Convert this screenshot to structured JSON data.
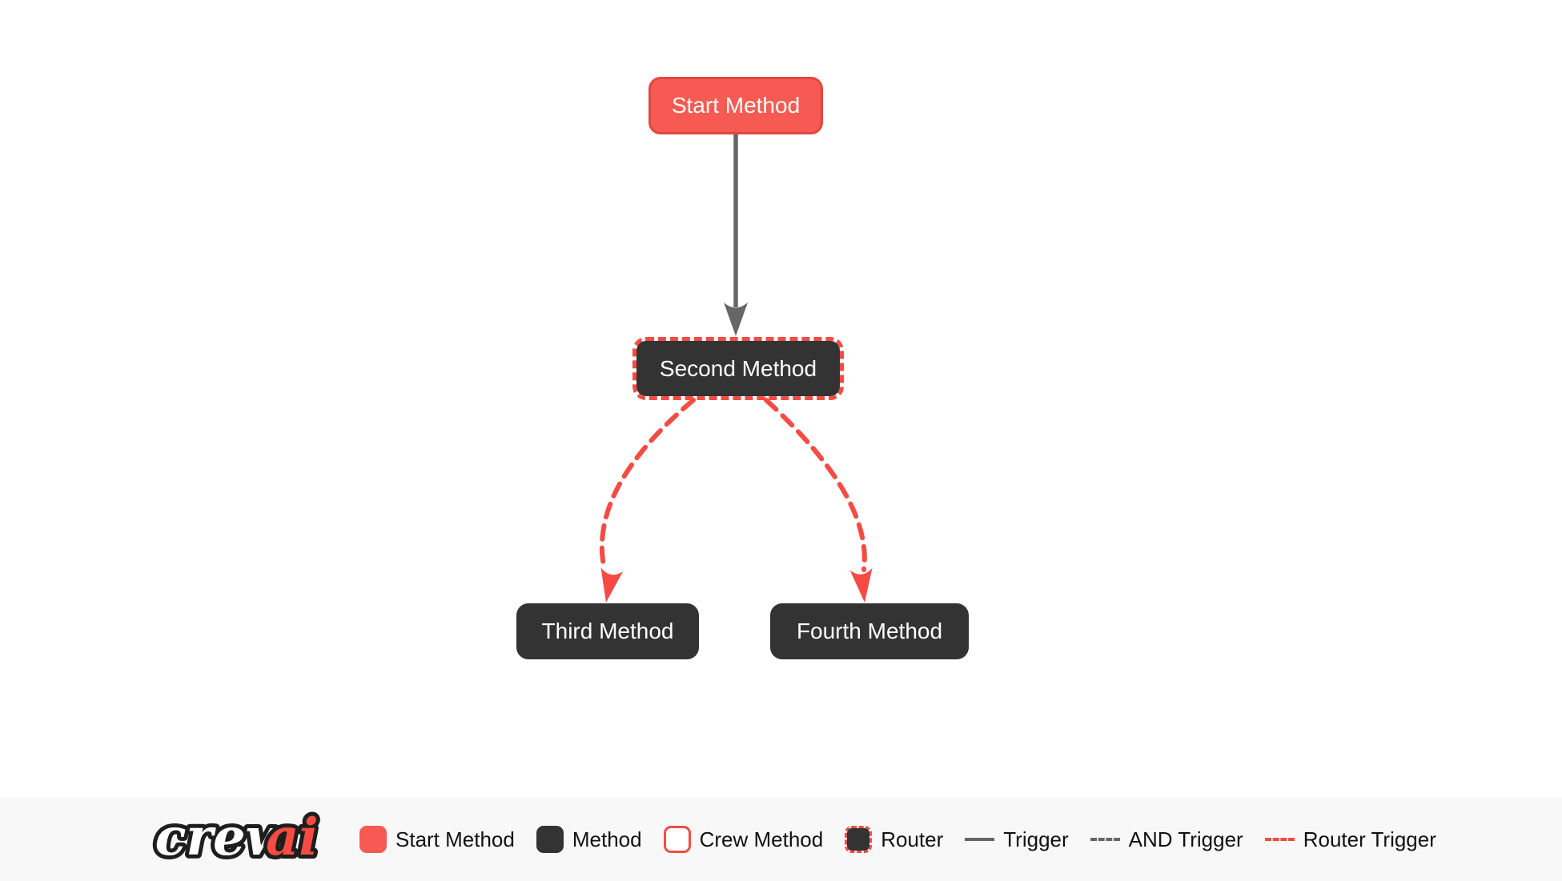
{
  "diagram": {
    "nodes": [
      {
        "id": "start_method",
        "label": "Start Method",
        "type": "start"
      },
      {
        "id": "second_method",
        "label": "Second Method",
        "type": "router"
      },
      {
        "id": "third_method",
        "label": "Third Method",
        "type": "method"
      },
      {
        "id": "fourth_method",
        "label": "Fourth Method",
        "type": "method"
      }
    ],
    "edges": [
      {
        "from": "start_method",
        "to": "second_method",
        "type": "trigger"
      },
      {
        "from": "second_method",
        "to": "third_method",
        "type": "router_trigger"
      },
      {
        "from": "second_method",
        "to": "fourth_method",
        "type": "router_trigger"
      }
    ]
  },
  "legend": {
    "logo": {
      "crew": "crew",
      "ai": "ai"
    },
    "items": [
      {
        "label": "Start Method",
        "swatch": "start"
      },
      {
        "label": "Method",
        "swatch": "method"
      },
      {
        "label": "Crew Method",
        "swatch": "crew-method"
      },
      {
        "label": "Router",
        "swatch": "router"
      },
      {
        "label": "Trigger",
        "swatch": "trigger-line"
      },
      {
        "label": "AND Trigger",
        "swatch": "and-trigger-line"
      },
      {
        "label": "Router Trigger",
        "swatch": "router-trigger-line"
      }
    ]
  },
  "colors": {
    "canvas_bg": "#FFFFFF",
    "start_fill": "#F65A52",
    "start_border": "#E0483F",
    "method_fill": "#333333",
    "router_border": "#F64B42",
    "trigger_edge": "#666666",
    "router_edge": "#F64B42",
    "node_text": "#FFFFFF",
    "legend_text": "#111111",
    "legend_bg": "#F8F8F9"
  }
}
